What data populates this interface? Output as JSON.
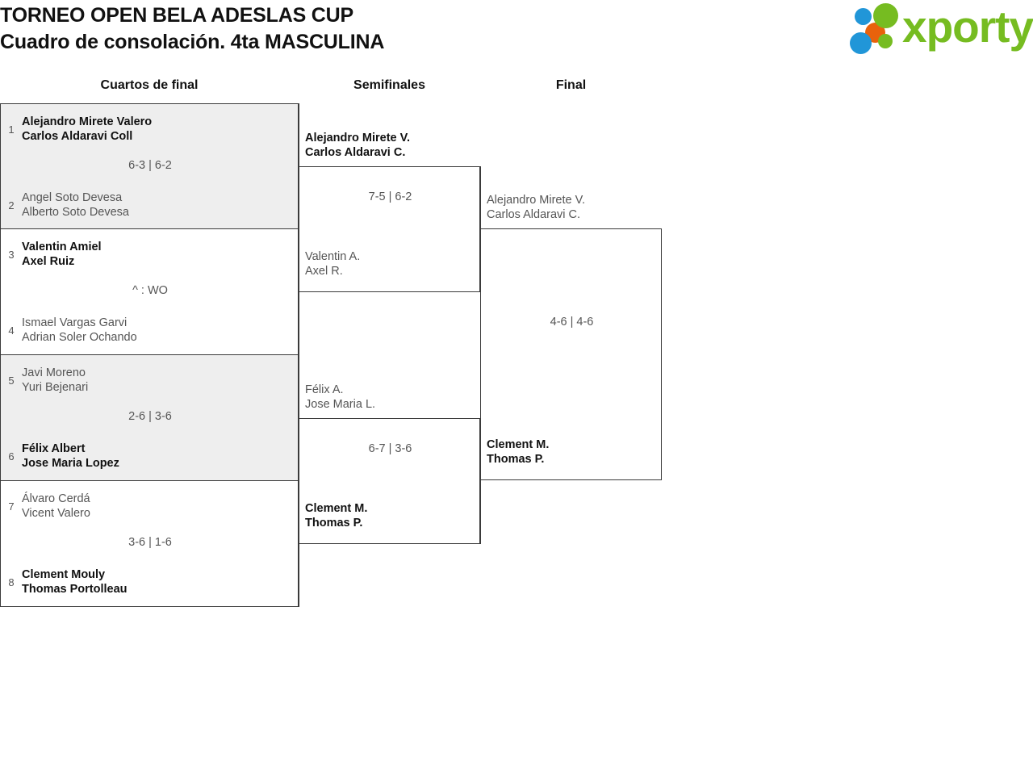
{
  "header": {
    "title_line1": "TORNEO OPEN BELA ADESLAS CUP",
    "title_line2": "Cuadro de consolación. 4ta MASCULINA",
    "logo_text": "xporty",
    "logo_colors": {
      "blue": "#2196d8",
      "orange": "#e8620c",
      "green": "#76bc21"
    }
  },
  "rounds": [
    {
      "label": "Cuartos de final"
    },
    {
      "label": "Semifinales"
    },
    {
      "label": "Final"
    }
  ],
  "bracket": {
    "quarterfinals": [
      {
        "score": "6-3 | 6-2",
        "top": {
          "seed": "1",
          "player1": "Alejandro Mirete Valero",
          "player2": "Carlos Aldaravi Coll",
          "winner": true
        },
        "bottom": {
          "seed": "2",
          "player1": "Angel Soto Devesa",
          "player2": "Alberto Soto Devesa",
          "winner": false
        }
      },
      {
        "score": "^ : WO",
        "top": {
          "seed": "3",
          "player1": "Valentin Amiel",
          "player2": "Axel Ruiz",
          "winner": true
        },
        "bottom": {
          "seed": "4",
          "player1": "Ismael Vargas Garvi",
          "player2": "Adrian Soler Ochando",
          "winner": false
        }
      },
      {
        "score": "2-6 | 3-6",
        "top": {
          "seed": "5",
          "player1": "Javi Moreno",
          "player2": "Yuri Bejenari",
          "winner": false
        },
        "bottom": {
          "seed": "6",
          "player1": "Félix Albert",
          "player2": "Jose Maria Lopez",
          "winner": true
        }
      },
      {
        "score": "3-6 | 1-6",
        "top": {
          "seed": "7",
          "player1": "Álvaro Cerdá",
          "player2": "Vicent Valero",
          "winner": false
        },
        "bottom": {
          "seed": "8",
          "player1": "Clement Mouly",
          "player2": "Thomas Portolleau",
          "winner": true
        }
      }
    ],
    "semifinals": [
      {
        "score": "7-5 | 6-2",
        "top": {
          "player1": "Alejandro Mirete V.",
          "player2": "Carlos Aldaravi C.",
          "winner": true
        },
        "bottom": {
          "player1": "Valentin A.",
          "player2": "Axel R.",
          "winner": false
        }
      },
      {
        "score": "6-7 | 3-6",
        "top": {
          "player1": "Félix A.",
          "player2": "Jose Maria L.",
          "winner": false
        },
        "bottom": {
          "player1": "Clement M.",
          "player2": "Thomas P.",
          "winner": true
        }
      }
    ],
    "final": [
      {
        "score": "4-6 | 4-6",
        "top": {
          "player1": "Alejandro Mirete V.",
          "player2": "Carlos Aldaravi C.",
          "winner": false
        },
        "bottom": {
          "player1": "Clement M.",
          "player2": "Thomas P.",
          "winner": true
        }
      }
    ]
  }
}
